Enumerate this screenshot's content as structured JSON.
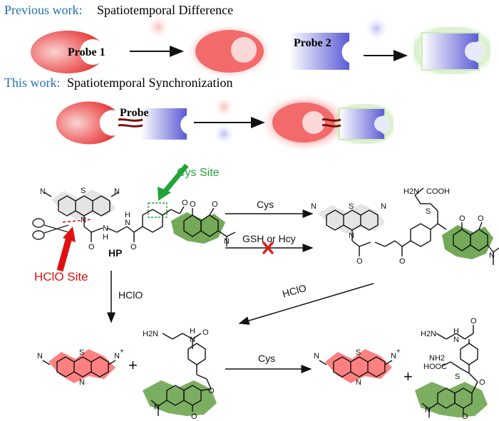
{
  "header": {
    "previous_label": "Previous work:",
    "previous_title": "Spatiotemporal Difference",
    "this_label": "This work:",
    "this_title": "Spatiotemporal Synchronization"
  },
  "probes": {
    "probe1": "Probe 1",
    "probe2": "Probe 2",
    "probe": "Probe"
  },
  "sites": {
    "cys_site": "Cys Site",
    "hclo_site": "HClO Site"
  },
  "compound": {
    "hp": "HP"
  },
  "reagents": {
    "cys_top": "Cys",
    "gsh_hcy": "GSH or Hcy",
    "hclo_left": "HClO",
    "hclo_diag": "HClO",
    "cys_bottom": "Cys"
  },
  "atoms": {
    "S": "S",
    "N": "N",
    "O": "O",
    "H": "H",
    "NMe2": "N",
    "Nplus": "N",
    "plus": "+",
    "H2N": "H2N",
    "NH2": "NH2",
    "COOH": "COOH",
    "HOOC": "HOOC"
  },
  "colors": {
    "header_blue": "#1f6fb2",
    "cys_green": "#22a33a",
    "hclo_red": "#e01010",
    "probe_red": "#ee5a5a",
    "probe_blue": "#6a6ad8",
    "fluor_green": "#5b9a3a"
  }
}
